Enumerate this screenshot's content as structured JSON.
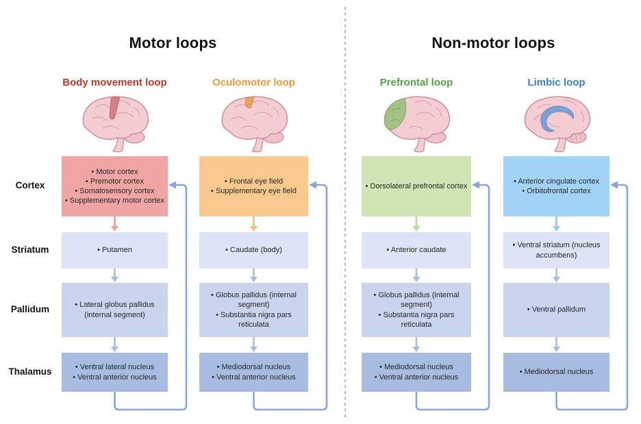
{
  "sections": [
    {
      "title": "Motor loops"
    },
    {
      "title": "Non-motor loops"
    }
  ],
  "row_labels": [
    "Cortex",
    "Striatum",
    "Pallidum",
    "Thalamus"
  ],
  "loops": [
    {
      "title": "Body movement loop",
      "title_color": "#c0392b",
      "icon": "brain-lateral-motor-region-icon",
      "cortex_color": "#f0a5a5",
      "arrow_color": "#ef9e9e",
      "brain_highlight": "#d57f84",
      "cortex_items": [
        "Motor cortex",
        "Premotor cortex",
        "Somatosensory cortex",
        "Supplementary motor cortex"
      ],
      "striatum_items": [
        "Putamen"
      ],
      "pallidum_items": [
        "Lateral globus pallidus (internal segment)"
      ],
      "thalamus_items": [
        "Ventral lateral nucleus",
        "Ventral anterior nucleus"
      ]
    },
    {
      "title": "Oculomotor loop",
      "title_color": "#f0993a",
      "icon": "brain-lateral-eye-field-region-icon",
      "cortex_color": "#fac98e",
      "arrow_color": "#f7bd79",
      "brain_highlight": "#e5a45e",
      "cortex_items": [
        "Frontal eye field",
        "Supplementary eye field"
      ],
      "striatum_items": [
        "Caudate (body)"
      ],
      "pallidum_items": [
        "Globus pallidus (internal segment)",
        "Substantia nigra pars reticulata"
      ],
      "thalamus_items": [
        "Mediodorsal nucleus",
        "Ventral anterior nucleus"
      ]
    },
    {
      "title": "Prefrontal loop",
      "title_color": "#55a14c",
      "icon": "brain-lateral-prefrontal-region-icon",
      "cortex_color": "#d0e5b4",
      "arrow_color": "#badc97",
      "brain_highlight": "#a2c183",
      "cortex_items": [
        "Dorsolateral prefrontal cortex"
      ],
      "striatum_items": [
        "Anterior caudate"
      ],
      "pallidum_items": [
        "Globus pallidus (internal segment)",
        "Substantia nigra pars reticulata"
      ],
      "thalamus_items": [
        "Mediodorsal nucleus",
        "Ventral anterior nucleus"
      ]
    },
    {
      "title": "Limbic loop",
      "title_color": "#3c7ec2",
      "icon": "brain-sagittal-limbic-region-icon",
      "cortex_color": "#a3d2f7",
      "arrow_color": "#8ec9f2",
      "brain_highlight": "#7e9fd2",
      "cortex_items": [
        "Anterior cingulate cortex",
        "Orbitofrontal cortex"
      ],
      "striatum_items": [
        "Ventral striatum (nucleus accumbens)"
      ],
      "pallidum_items": [
        "Ventral pallidum"
      ],
      "thalamus_items": [
        "Mediodorsal nucleus"
      ]
    }
  ],
  "colors": {
    "striatum_box": "#dce4f5",
    "pallidum_box": "#c9d4ee",
    "thalamus_box": "#a8bce2",
    "connector": "#a9bde3",
    "feedback": "#8ca4d8",
    "divider": "#9aa0a6",
    "brain_base": "#f4cdd3",
    "brain_outline": "#cf8d99"
  }
}
